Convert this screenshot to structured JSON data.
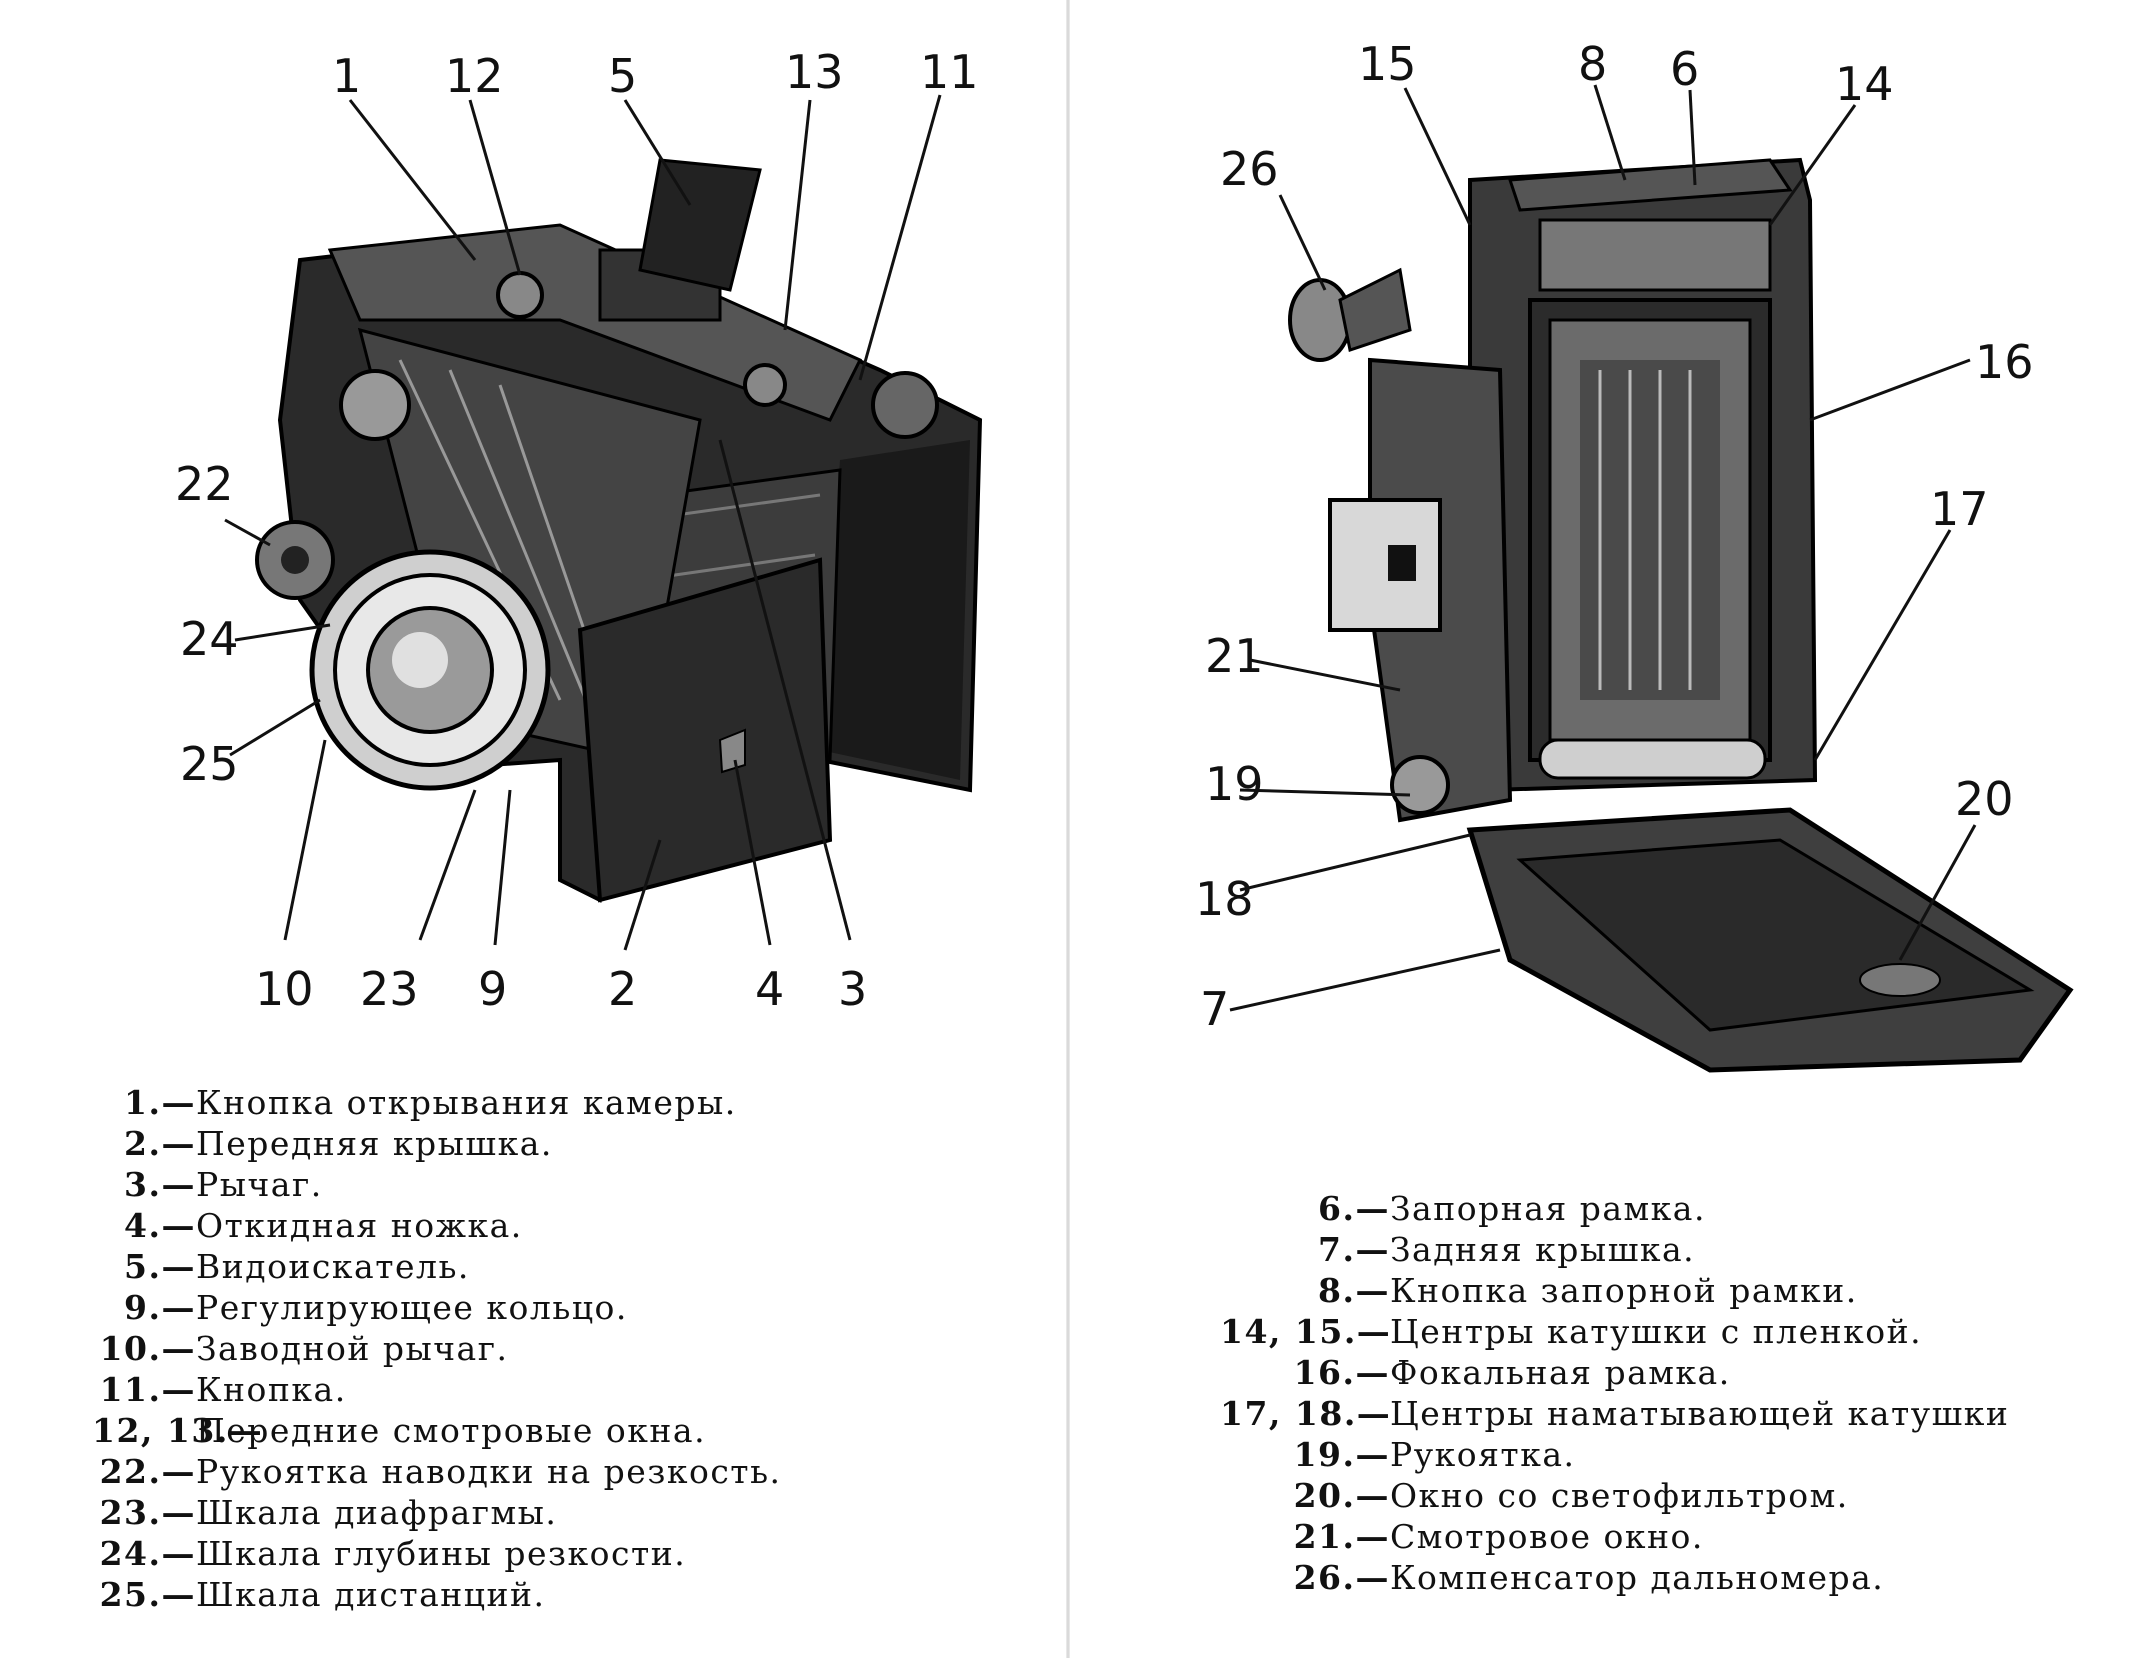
{
  "left_page": {
    "callouts": [
      "1",
      "12",
      "5",
      "13",
      "11",
      "22",
      "24",
      "25",
      "10",
      "23",
      "9",
      "2",
      "4",
      "3"
    ],
    "legend": [
      {
        "num": "1.—",
        "text": "Кнопка открывания камеры."
      },
      {
        "num": "2.—",
        "text": "Передняя крышка."
      },
      {
        "num": "3.—",
        "text": "Рычаг."
      },
      {
        "num": "4.—",
        "text": "Откидная ножка."
      },
      {
        "num": "5.—",
        "text": "Видоискатель."
      },
      {
        "num": "9.—",
        "text": "Регулирующее кольцо."
      },
      {
        "num": "10.—",
        "text": "Заводной рычаг."
      },
      {
        "num": "11.—",
        "text": "Кнопка."
      },
      {
        "num": "12, 13.—",
        "text": "Передние смотровые окна."
      },
      {
        "num": "22.—",
        "text": "Рукоятка наводки на резкость."
      },
      {
        "num": "23.—",
        "text": "Шкала диафрагмы."
      },
      {
        "num": "24.—",
        "text": "Шкала глубины резкости."
      },
      {
        "num": "25.—",
        "text": "Шкала дистанций."
      }
    ]
  },
  "right_page": {
    "callouts": [
      "15",
      "8",
      "6",
      "14",
      "26",
      "16",
      "17",
      "21",
      "19",
      "20",
      "18",
      "7"
    ],
    "legend": [
      {
        "num": "6.—",
        "text": "Запорная рамка."
      },
      {
        "num": "7.—",
        "text": "Задняя крышка."
      },
      {
        "num": "8.—",
        "text": "Кнопка запорной рамки."
      },
      {
        "num": "14, 15.—",
        "text": "Центры катушки с пленкой."
      },
      {
        "num": "16.—",
        "text": "Фокальная рамка."
      },
      {
        "num": "17, 18.—",
        "text": "Центры наматывающей катушки"
      },
      {
        "num": "19.—",
        "text": "Рукоятка."
      },
      {
        "num": "20.—",
        "text": "Окно со светофильтром."
      },
      {
        "num": "21.—",
        "text": "Смотровое окно."
      },
      {
        "num": "26.—",
        "text": "Компенсатор дальномера."
      }
    ]
  }
}
